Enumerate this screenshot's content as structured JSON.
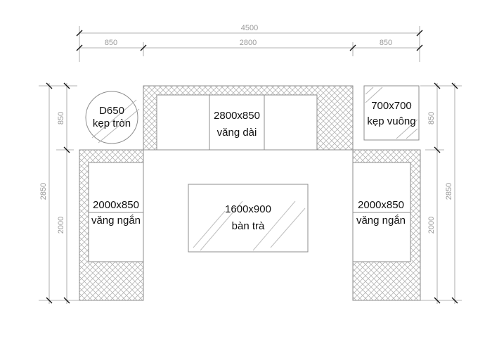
{
  "colors": {
    "outline": "#8c8c8c",
    "hatch": "#b5b5b5",
    "dimension": "#9a9a9a",
    "label": "#111111"
  },
  "dimensions": {
    "top_overall": "4500",
    "top_left": "850",
    "top_middle": "2800",
    "top_right": "850",
    "left_overall": "2850",
    "left_upper": "850",
    "left_lower": "2000",
    "right_overall": "2850",
    "right_upper": "850",
    "right_lower": "2000"
  },
  "pieces": {
    "round_side_table": {
      "size": "D650",
      "name": "kẹp tròn"
    },
    "long_sofa": {
      "size": "2800x850",
      "name": "văng dài"
    },
    "square_side_table": {
      "size": "700x700",
      "name": "kẹp vuông"
    },
    "left_short_sofa": {
      "size": "2000x850",
      "name": "văng ngắn"
    },
    "right_short_sofa": {
      "size": "2000x850",
      "name": "văng ngắn"
    },
    "coffee_table": {
      "size": "1600x900",
      "name": "bàn trà"
    }
  }
}
